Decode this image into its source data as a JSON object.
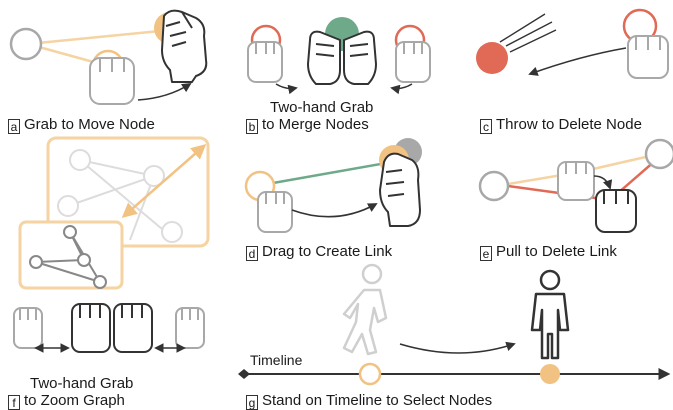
{
  "panels": {
    "a": {
      "letter": "a",
      "caption": "Grab to Move Node"
    },
    "b": {
      "letter": "b",
      "caption_line1": "Two-hand Grab",
      "caption_line2": "to Merge Nodes"
    },
    "c": {
      "letter": "c",
      "caption": "Throw to Delete Node"
    },
    "d": {
      "letter": "d",
      "caption": "Drag to Create Link"
    },
    "e": {
      "letter": "e",
      "caption": "Pull to Delete Link"
    },
    "f": {
      "letter": "f",
      "caption_line1": "Two-hand Grab",
      "caption_line2": "to Zoom Graph"
    },
    "g": {
      "letter": "g",
      "caption": "Stand on Timeline to Select Nodes",
      "timeline_label": "Timeline"
    }
  },
  "colors": {
    "orange": "#f2c283",
    "orange_light": "#f5d3a2",
    "red": "#e06a55",
    "green": "#6ea98a",
    "gray": "#a8a8a8",
    "light_gray": "#dcdcdc",
    "dark": "#333333"
  }
}
